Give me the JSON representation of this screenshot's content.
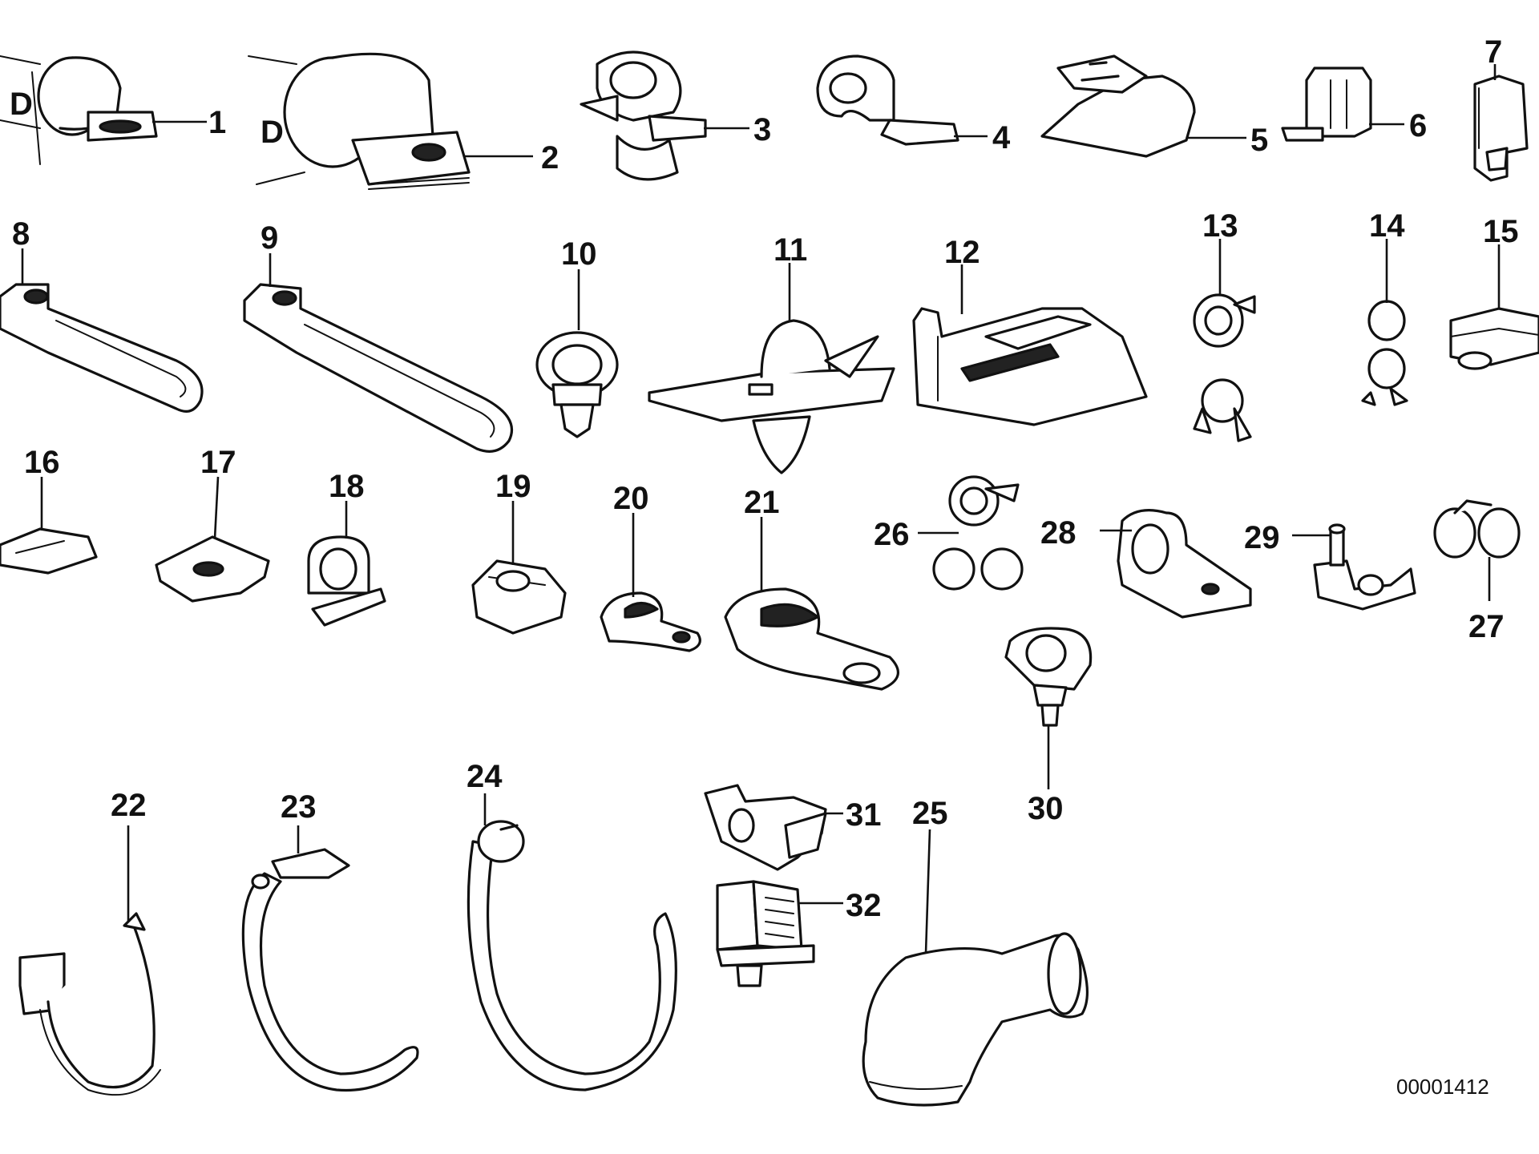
{
  "dimension_label": "D",
  "reference_number": "00001412",
  "callouts": [
    "1",
    "2",
    "3",
    "4",
    "5",
    "6",
    "7",
    "8",
    "9",
    "10",
    "11",
    "12",
    "13",
    "14",
    "15",
    "16",
    "17",
    "18",
    "19",
    "20",
    "21",
    "22",
    "23",
    "24",
    "25",
    "26",
    "27",
    "28",
    "29",
    "30",
    "31",
    "32"
  ]
}
